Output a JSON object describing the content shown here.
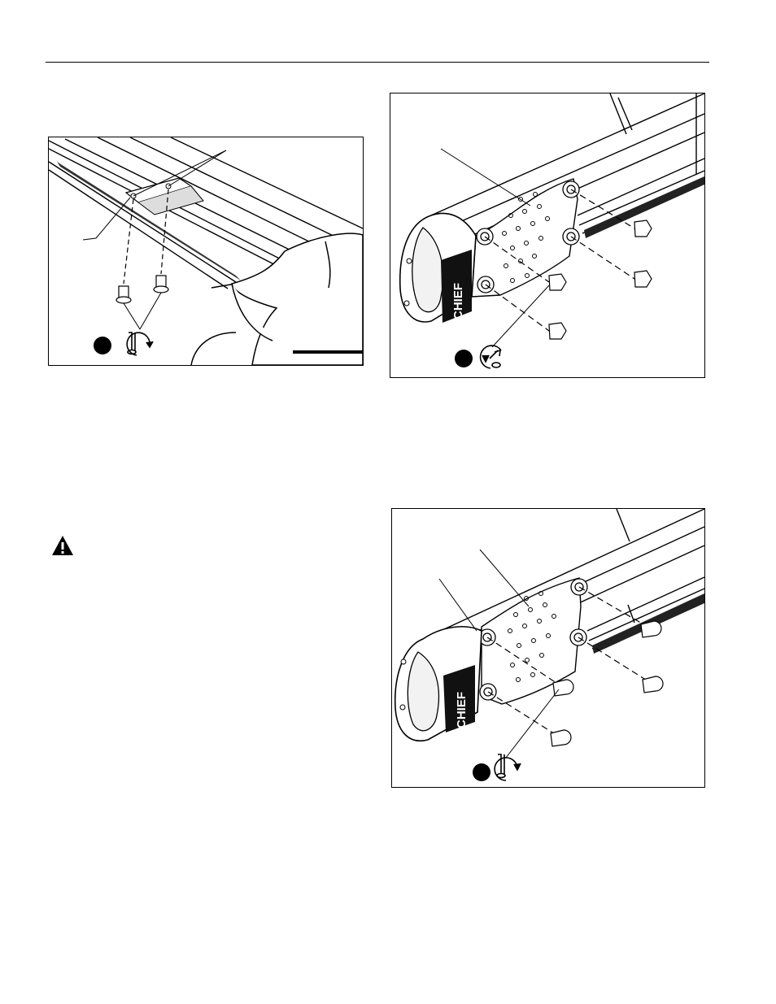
{
  "figures": {
    "fig1": {
      "callout_count": 2,
      "tool_icon": "hex-key-rotate-icon"
    },
    "fig2": {
      "brand_logo": "CHIEF",
      "callout_count": 1,
      "tool_icon": "wrench-rotate-icon"
    },
    "fig3": {
      "brand_logo": "CHIEF",
      "callout_count": 2,
      "tool_icon": "hex-key-rotate-icon"
    }
  },
  "icons": {
    "warning": "warning-triangle-icon"
  },
  "colors": {
    "line": "#000000",
    "background": "#ffffff"
  }
}
